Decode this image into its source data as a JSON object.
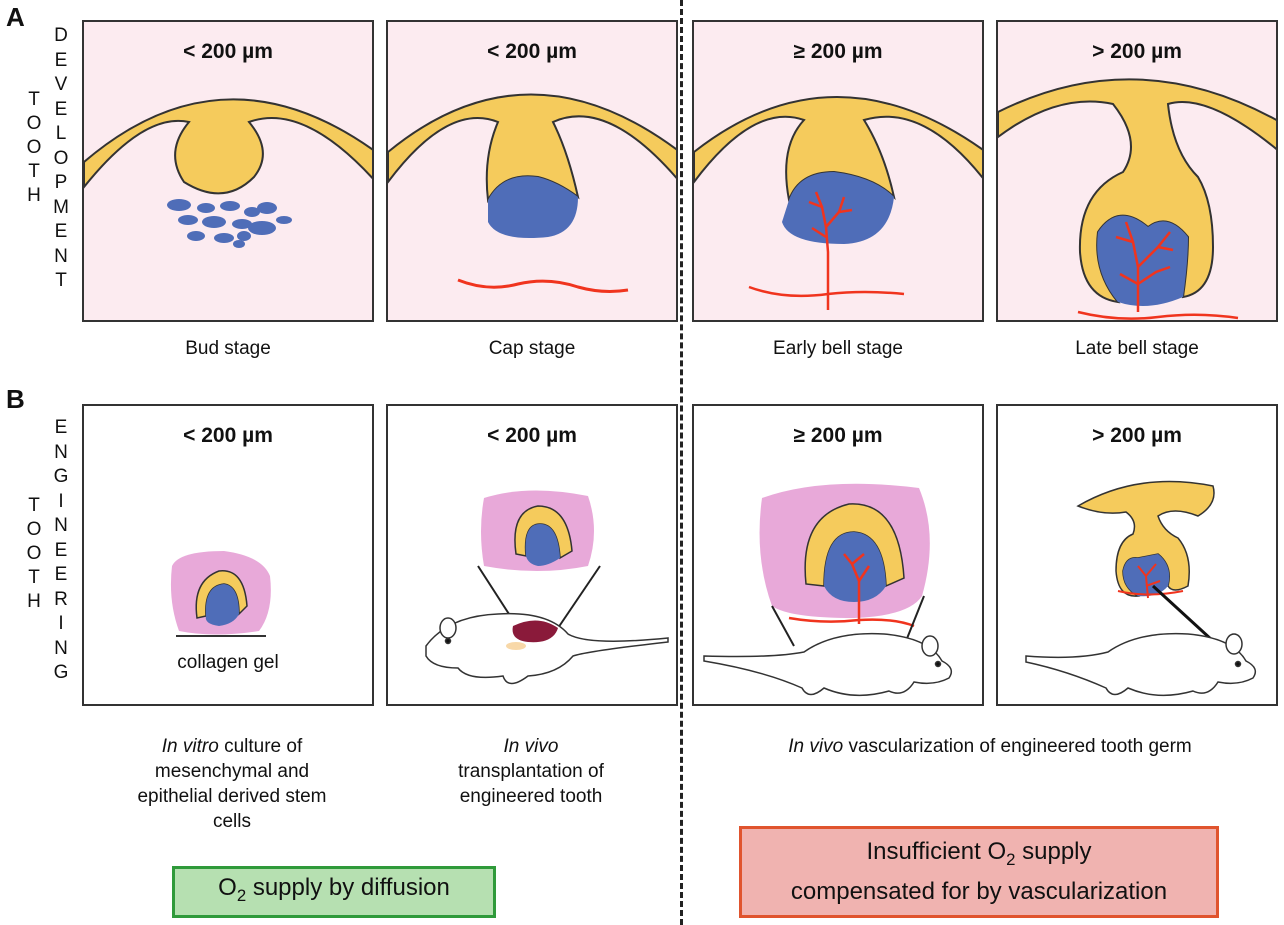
{
  "panel_a": {
    "letter": "A",
    "side_label_left": "TOOTH",
    "side_label_right": "DEVELOPMENT",
    "stages": [
      {
        "size": "< 200 µm",
        "caption": "Bud stage"
      },
      {
        "size": "< 200 µm",
        "caption": "Cap stage"
      },
      {
        "size": "≥ 200 µm",
        "caption": "Early bell stage"
      },
      {
        "size": "> 200 µm",
        "caption": "Late bell stage"
      }
    ]
  },
  "panel_b": {
    "letter": "B",
    "side_label_left": "TOOTH",
    "side_label_right": "ENGINEERING",
    "stages": [
      {
        "size": "< 200 µm",
        "inner_label": "collagen gel"
      },
      {
        "size": "< 200 µm"
      },
      {
        "size": "≥ 200 µm"
      },
      {
        "size": "> 200 µm"
      }
    ],
    "captions": {
      "c1_italic": "In vitro",
      "c1_rest": " culture of mesenchymal and epithelial derived stem cells",
      "c2_italic": "In vivo",
      "c2_rest": "transplantation of engineered tooth",
      "c3_italic": "In vivo",
      "c3_rest": " vascularization of engineered tooth germ"
    }
  },
  "boxes": {
    "diffusion": {
      "pre": "O",
      "sub": "2",
      "post": " supply by diffusion"
    },
    "vascular": {
      "line1_pre": "Insufficient O",
      "line1_sub": "2",
      "line1_post": " supply",
      "line2": "compensated for by vascularization"
    }
  },
  "colors": {
    "epithelium": "#f5cb5c",
    "mesenchyme": "#4f6db8",
    "vessel": "#f0341e",
    "panel_bg": "#fcebf0",
    "gel": "#e8a9d9",
    "green_fill": "#b6e0b1",
    "green_border": "#2f9a3a",
    "red_fill": "#f0b3b0",
    "red_border": "#e0542e"
  }
}
